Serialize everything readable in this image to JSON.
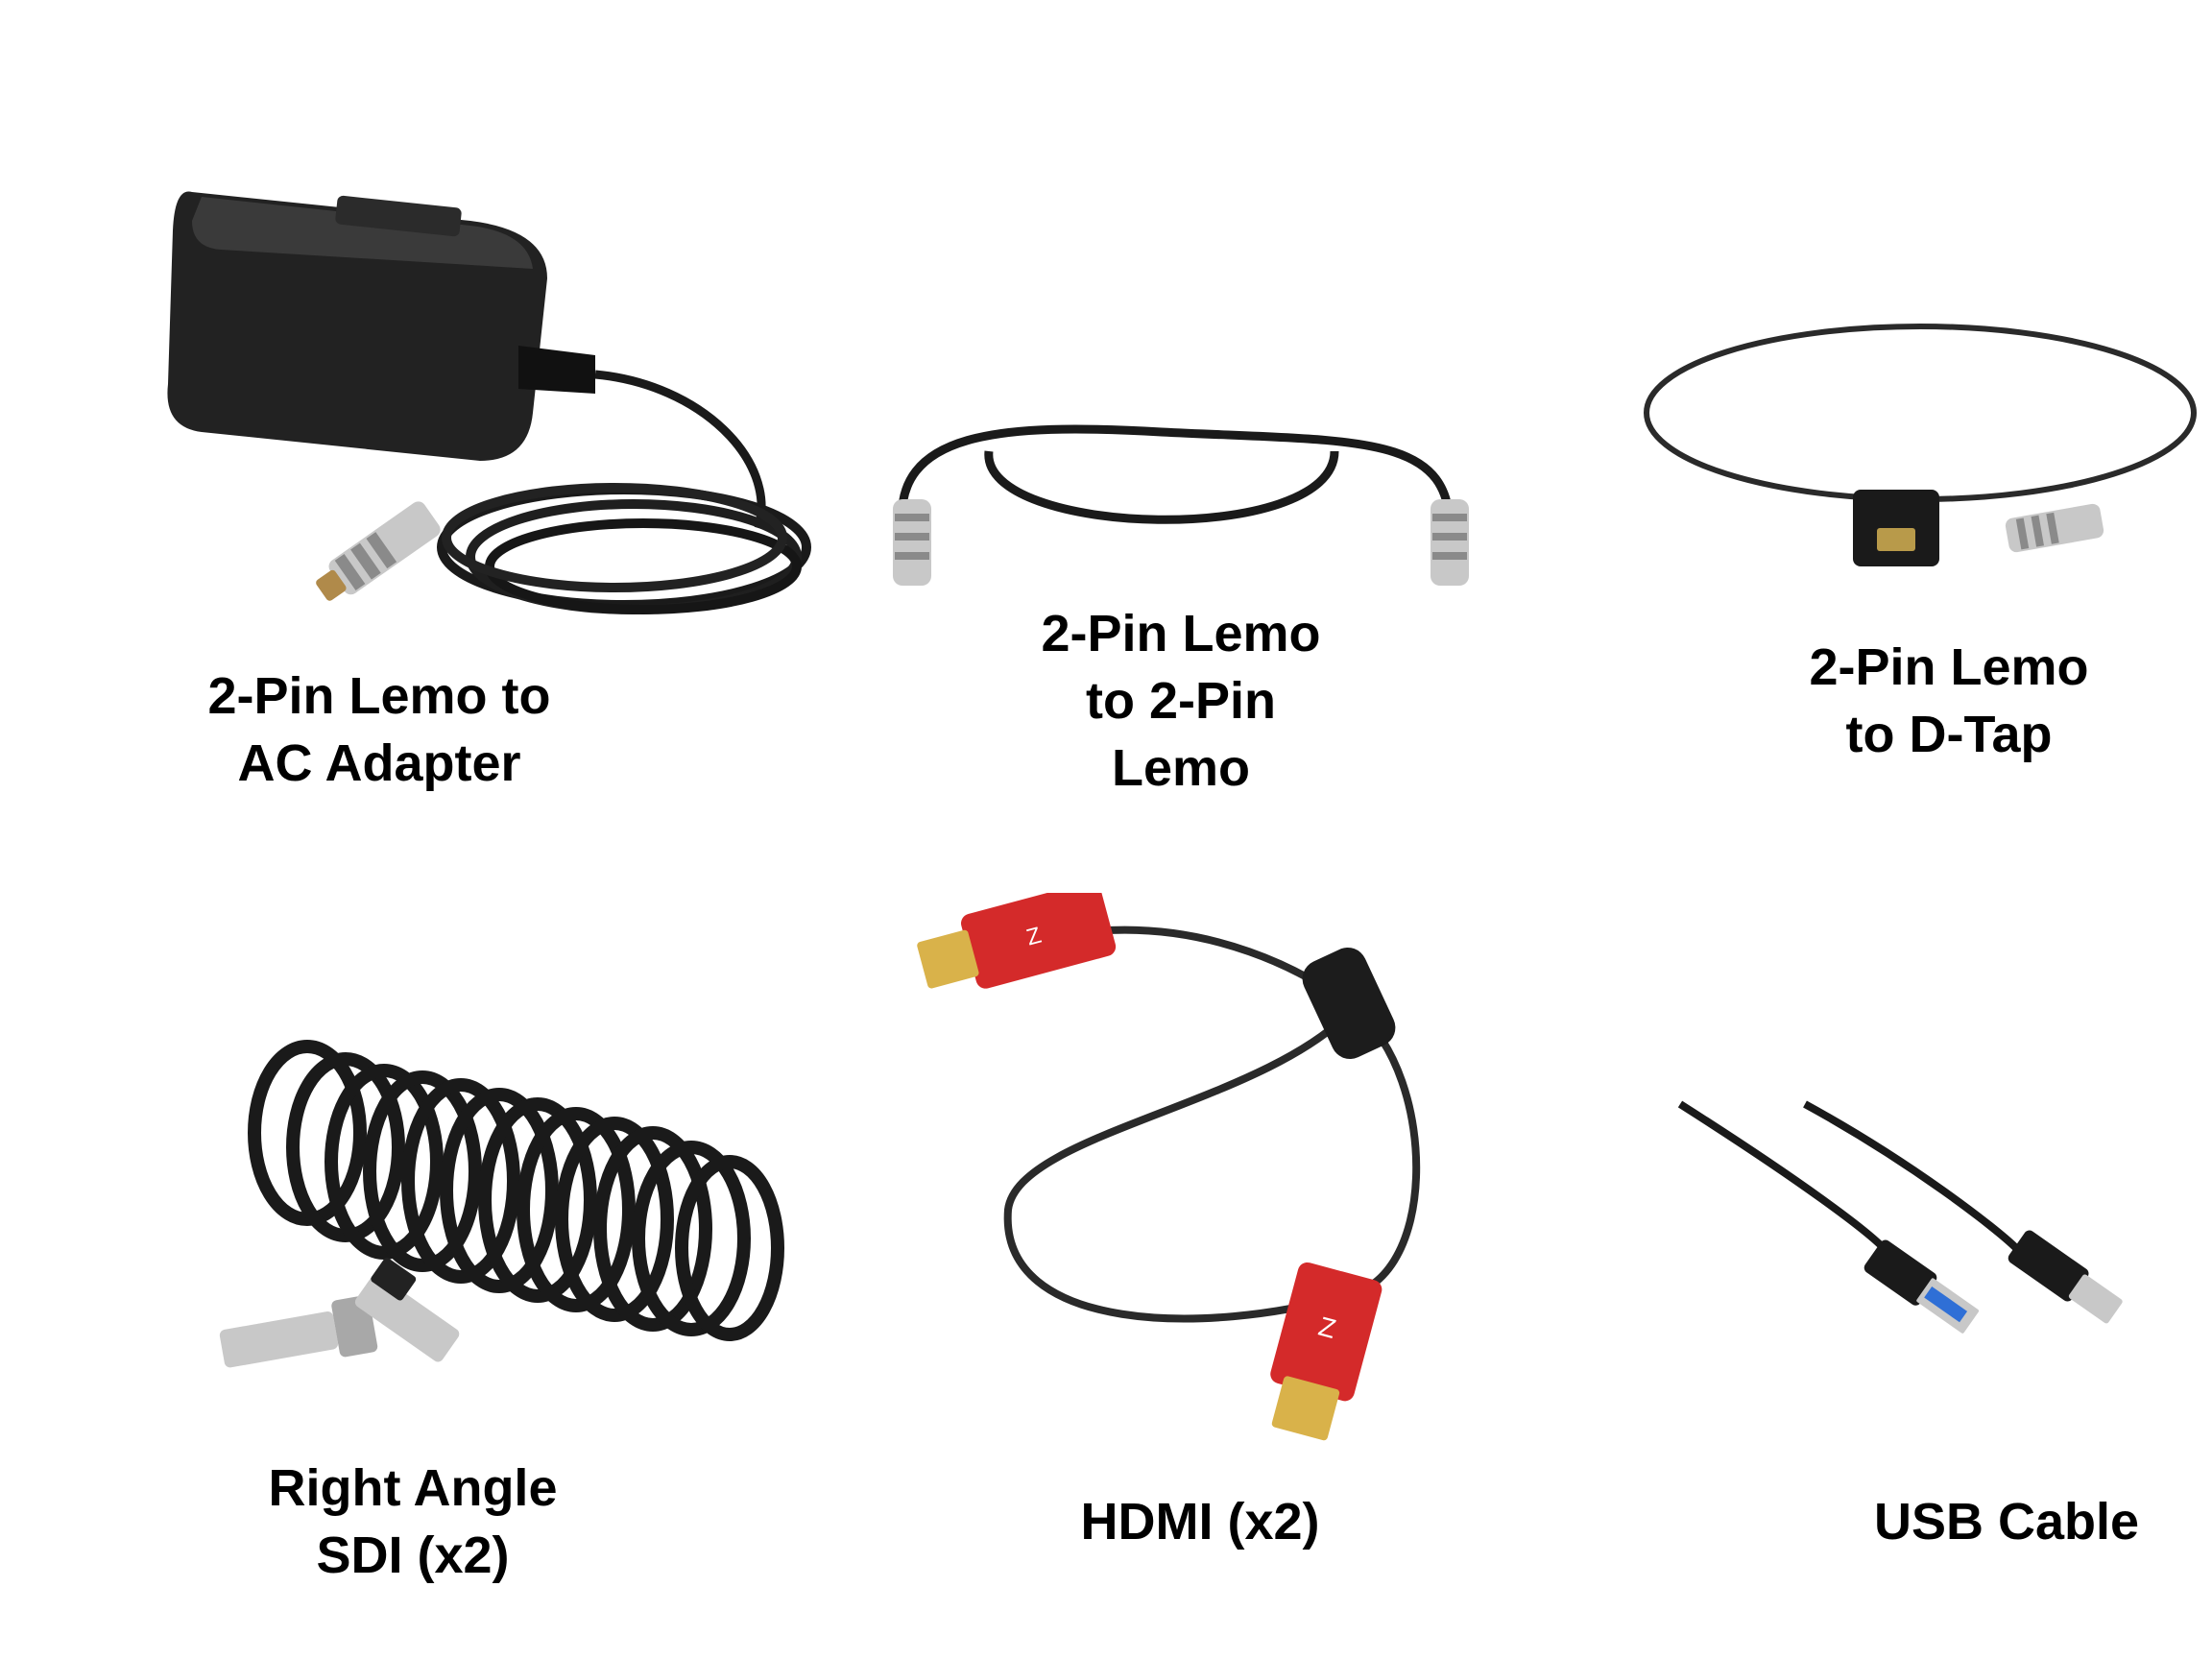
{
  "items": [
    {
      "id": "ac-adapter",
      "image_name": "ac-adapter-cable-image",
      "caption_lines": [
        "2-Pin Lemo to",
        "AC Adapter"
      ]
    },
    {
      "id": "lemo-to-lemo",
      "image_name": "lemo-to-lemo-cable-image",
      "caption_lines": [
        "2-Pin Lemo",
        "to 2-Pin",
        "Lemo"
      ]
    },
    {
      "id": "lemo-to-dtap",
      "image_name": "lemo-to-dtap-cable-image",
      "caption_lines": [
        "2-Pin Lemo",
        "to D-Tap"
      ]
    },
    {
      "id": "sdi",
      "image_name": "right-angle-sdi-cable-image",
      "caption_lines": [
        "Right Angle",
        "SDI (x2)"
      ]
    },
    {
      "id": "hdmi",
      "image_name": "hdmi-cable-image",
      "caption_lines": [
        "HDMI (x2)"
      ]
    },
    {
      "id": "usb",
      "image_name": "usb-cable-image",
      "caption_lines": [
        "USB Cable"
      ]
    }
  ],
  "colors": {
    "cable": "#1a1a1a",
    "metal": "#c8c8c8",
    "hdmi_red": "#d42a2a",
    "gold": "#d9b24a",
    "usb_blue": "#2f6fd6"
  }
}
